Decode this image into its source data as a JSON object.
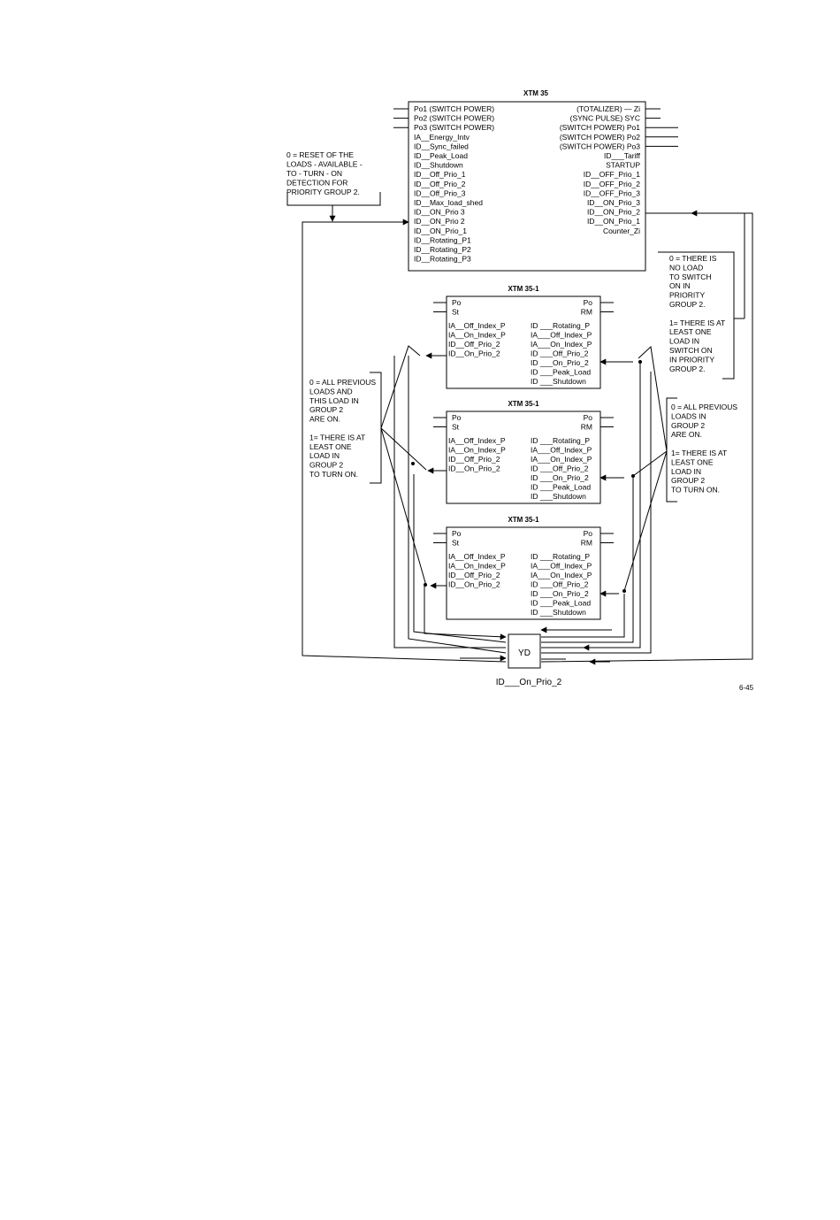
{
  "main_block": {
    "title": "XTM 35",
    "left": [
      "Po1 (SWITCH POWER)",
      "Po2 (SWITCH POWER)",
      "Po3 (SWITCH POWER)",
      "IA__Energy_Intv",
      "ID__Sync_failed",
      "ID__Peak_Load",
      "ID__Shutdown",
      "ID__Off_Prio_1",
      "ID__Off_Prio_2",
      "ID__Off_Prio_3",
      "ID__Max_load_shed",
      "ID__ON_Prio 3",
      "ID__ON_Prio 2",
      "ID__ON_Prio_1",
      "ID__Rotating_P1",
      "ID__Rotating_P2",
      "ID__Rotating_P3"
    ],
    "right": [
      "(TOTALIZER) — Zi",
      "(SYNC PULSE) SYC",
      "(SWITCH POWER) Po1",
      "(SWITCH POWER) Po2",
      "(SWITCH POWER) Po3",
      "ID___Tariff",
      "STARTUP",
      "ID__OFF_Prio_1",
      "ID__OFF_Prio_2",
      "ID__OFF_Prio_3",
      "ID__ON_Prio_3",
      "ID__ON_Prio_2",
      "ID__ON_Prio_1",
      "Counter_Zi"
    ]
  },
  "sub_blocks": [
    {
      "title": "XTM 35-1",
      "left_top": [
        "Po",
        "St"
      ],
      "right_top": [
        "Po",
        "RM"
      ],
      "left": [
        "IA__Off_Index_P",
        "IA__On_Index_P",
        "ID__Off_Prio_2",
        "ID__On_Prio_2"
      ],
      "right": [
        "ID ___Rotating_P",
        "IA___Off_Index_P",
        "IA___On_Index_P",
        "ID ___Off_Prio_2",
        "ID ___On_Prio_2",
        "ID ___Peak_Load",
        "ID ___Shutdown"
      ]
    },
    {
      "title": "XTM 35-1",
      "left_top": [
        "Po",
        "St"
      ],
      "right_top": [
        "Po",
        "RM"
      ],
      "left": [
        "IA__Off_Index_P",
        "IA__On_Index_P",
        "ID__Off_Prio_2",
        "ID__On_Prio_2"
      ],
      "right": [
        "ID ___Rotating_P",
        "IA___Off_Index_P",
        "IA___On_Index_P",
        "ID ___Off_Prio_2",
        "ID ___On_Prio_2",
        "ID ___Peak_Load",
        "ID ___Shutdown"
      ]
    },
    {
      "title": "XTM 35-1",
      "left_top": [
        "Po",
        "St"
      ],
      "right_top": [
        "Po",
        "RM"
      ],
      "left": [
        "IA__Off_Index_P",
        "IA__On_Index_P",
        "ID__Off_Prio_2",
        "ID__On_Prio_2"
      ],
      "right": [
        "ID ___Rotating_P",
        "IA___Off_Index_P",
        "IA___On_Index_P",
        "ID ___Off_Prio_2",
        "ID ___On_Prio_2",
        "ID ___Peak_Load",
        "ID ___Shutdown"
      ]
    }
  ],
  "yd_block": {
    "label": "YD",
    "caption": "ID___On_Prio_2"
  },
  "notes": {
    "reset": [
      "0 = RESET OF THE",
      "LOADS - AVAILABLE -",
      "TO - TURN - ON",
      "DETECTION FOR",
      "PRIORITY GROUP 2."
    ],
    "right_top": [
      "0 = THERE IS",
      "NO LOAD",
      "TO SWITCH",
      "ON IN",
      "PRIORITY",
      "GROUP 2.",
      "",
      "1= THERE IS AT",
      "LEAST ONE",
      "LOAD IN",
      "SWITCH ON",
      "IN PRIORITY",
      "GROUP 2."
    ],
    "left_mid": [
      "0 = ALL PREVIOUS",
      "LOADS AND",
      "THIS LOAD IN",
      "GROUP 2",
      "ARE ON.",
      "",
      "1= THERE IS AT",
      "LEAST ONE",
      "LOAD IN",
      "GROUP 2",
      "TO TURN ON."
    ],
    "right_mid": [
      "0 = ALL PREVIOUS",
      "LOADS IN",
      "GROUP 2",
      "ARE ON.",
      "",
      "1= THERE IS AT",
      "LEAST ONE",
      "LOAD IN",
      "GROUP 2",
      "TO TURN ON."
    ]
  },
  "figure_code": "6-45"
}
